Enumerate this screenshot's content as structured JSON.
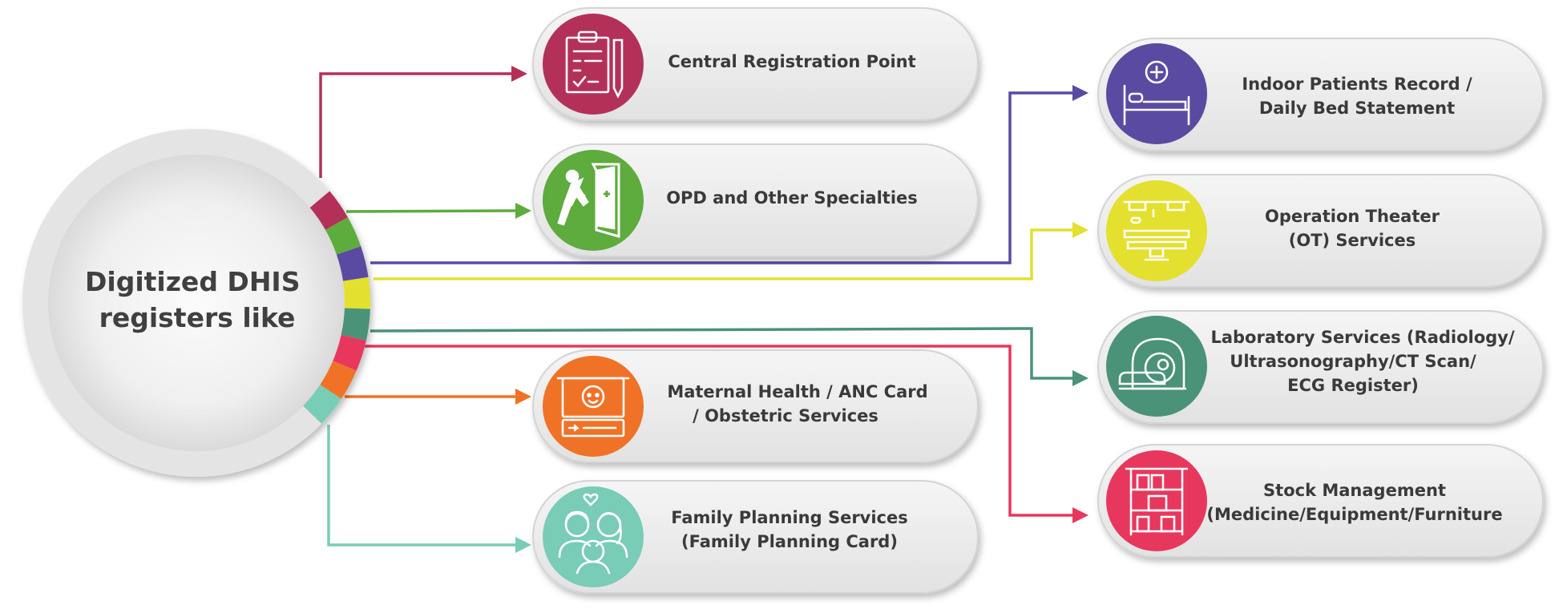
{
  "hub": {
    "lines": [
      "Digitized DHIS",
      "registers like"
    ]
  },
  "services": [
    {
      "id": "central-registration",
      "lines": [
        "Central Registration Point"
      ],
      "color": "#b33158",
      "icon": "clipboard-icon"
    },
    {
      "id": "opd",
      "lines": [
        "OPD and Other Specialties"
      ],
      "color": "#5eab3e",
      "icon": "walking-patient-icon"
    },
    {
      "id": "indoor-patients",
      "lines": [
        "Indoor Patients Record /",
        "Daily Bed Statement"
      ],
      "color": "#5b4aa1",
      "icon": "hospital-bed-icon"
    },
    {
      "id": "operation-theater",
      "lines": [
        "Operation Theater",
        "(OT) Services"
      ],
      "color": "#e3e030",
      "icon": "operating-table-icon"
    },
    {
      "id": "laboratory",
      "lines": [
        "Laboratory Services (Radiology/",
        "Ultrasonography/CT Scan/",
        "ECG Register)"
      ],
      "color": "#4a9278",
      "icon": "mri-scanner-icon"
    },
    {
      "id": "stock-management",
      "lines": [
        "Stock Management",
        "(Medicine/Equipment/Furniture"
      ],
      "color": "#e8375d",
      "icon": "storage-shelf-icon"
    },
    {
      "id": "maternal-health",
      "lines": [
        "Maternal Health / ANC Card",
        "/ Obstetric Services"
      ],
      "color": "#f07227",
      "icon": "baby-card-icon"
    },
    {
      "id": "family-planning",
      "lines": [
        "Family Planning Services",
        "(Family Planning Card)"
      ],
      "color": "#79ccb5",
      "icon": "family-icon"
    }
  ]
}
